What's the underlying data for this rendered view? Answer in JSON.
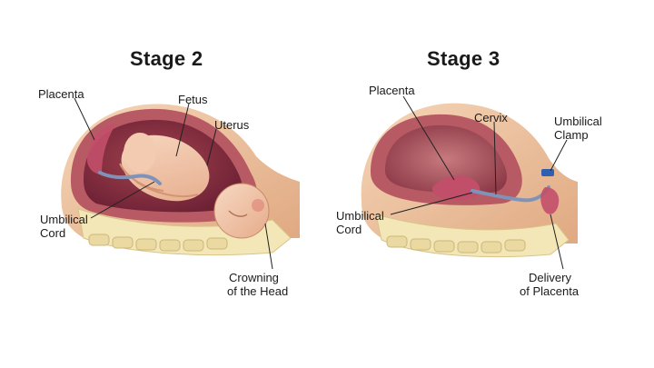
{
  "stage2": {
    "title": "Stage 2",
    "labels": {
      "placenta": "Placenta",
      "fetus": "Fetus",
      "uterus": "Uterus",
      "umbilical_cord_1": "Umbilical",
      "umbilical_cord_2": "Cord",
      "crowning_1": "Crowning",
      "crowning_2": "of the Head"
    }
  },
  "stage3": {
    "title": "Stage 3",
    "labels": {
      "placenta": "Placenta",
      "cervix": "Cervix",
      "umbilical_clamp_1": "Umbilical",
      "umbilical_clamp_2": "Clamp",
      "umbilical_cord_1": "Umbilical",
      "umbilical_cord_2": "Cord",
      "delivery_1": "Delivery",
      "delivery_2": "of Placenta"
    }
  },
  "colors": {
    "skin": "#f0c9a6",
    "uterus_wall": "#b85a63",
    "uterus_inner": "#8e3348",
    "placenta": "#c24f6a",
    "pelvis_bone": "#f3e7b8",
    "cord": "#7f93b8",
    "clamp": "#2e5fb0"
  }
}
